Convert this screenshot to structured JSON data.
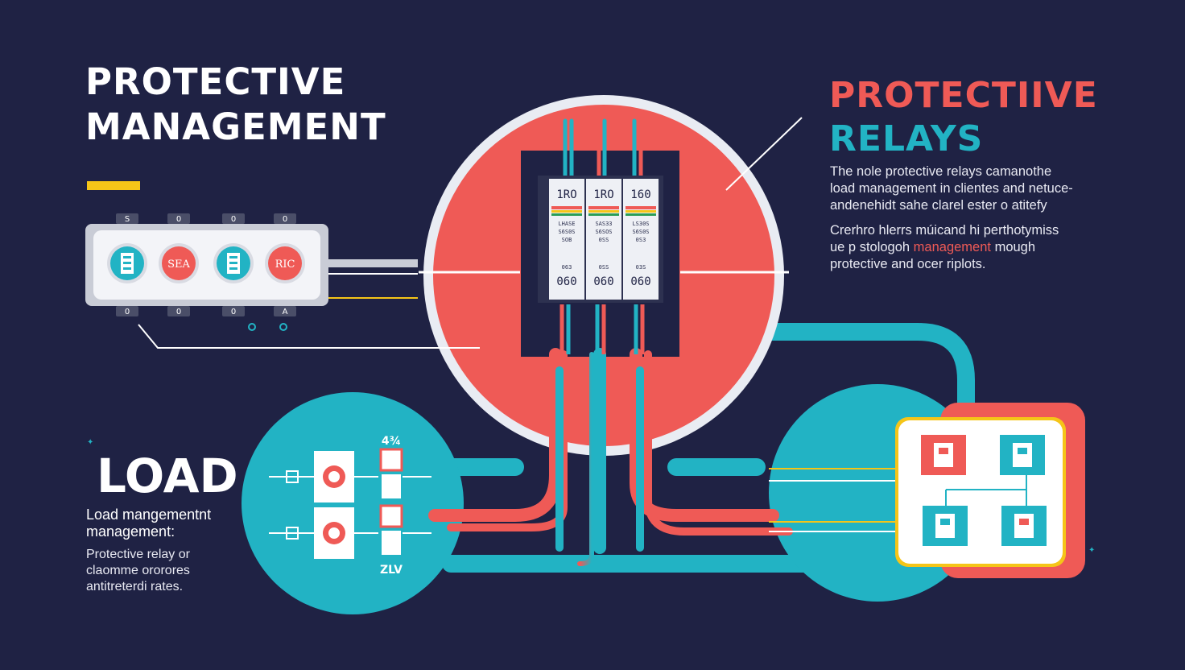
{
  "colors": {
    "background": "#1f2244",
    "accent_red": "#ef5a56",
    "accent_teal": "#22b3c4",
    "accent_yellow": "#f5c518",
    "white": "#ffffff"
  },
  "left_title": {
    "line1": "PROTECTIVE",
    "line2": "MANAGEMENT"
  },
  "right_title": {
    "line1": "PROTECTIIVE",
    "line2": "RELAYS"
  },
  "right_description": {
    "line1": "The nole protective relays camanothe",
    "line2": "load management in clientes and netuce-",
    "line3": "andenehidt sahe clarel ester o atitefy",
    "line4": "Crerhro hlerrs múicand hi perthotymiss",
    "line5_prefix": "ue p stologoh ",
    "line5_highlight": "management",
    "line5_suffix": " mough",
    "line6": "protective and ocer riplots."
  },
  "load": {
    "title": "LOAD",
    "sub_line1": "Load mangementnt",
    "sub_line2": "management:",
    "desc_line1": "Protective relay or",
    "desc_line2": "claomme ororores",
    "desc_line3": "antitreterdi rates."
  },
  "panel": {
    "top_terminals": [
      "S",
      "0",
      "0",
      "0"
    ],
    "bottom_terminals": [
      "0",
      "0",
      "0",
      "A"
    ],
    "buttons": [
      {
        "text": "",
        "icon": "relay-module-icon",
        "color": "#22b3c4"
      },
      {
        "text": "SEA",
        "icon": "",
        "color": "#ef5a56"
      },
      {
        "text": "",
        "icon": "relay-module-icon",
        "color": "#22b3c4"
      },
      {
        "text": "RIC",
        "icon": "",
        "color": "#ef5a56"
      }
    ]
  },
  "relays": [
    {
      "top": "1RO",
      "lines": [
        "LHASE",
        "S6S0S",
        "SOB"
      ],
      "mid": "063",
      "bottom": "060"
    },
    {
      "top": "1RO",
      "lines": [
        "SAS33",
        "S6SOS",
        "0SS"
      ],
      "mid": "0SS",
      "bottom": "060"
    },
    {
      "top": "160",
      "lines": [
        "LS30S",
        "S6S0S",
        "0S3"
      ],
      "mid": "03S",
      "bottom": "060"
    }
  ],
  "load_labels": {
    "top": "4¾",
    "bottom": "ZLV"
  }
}
